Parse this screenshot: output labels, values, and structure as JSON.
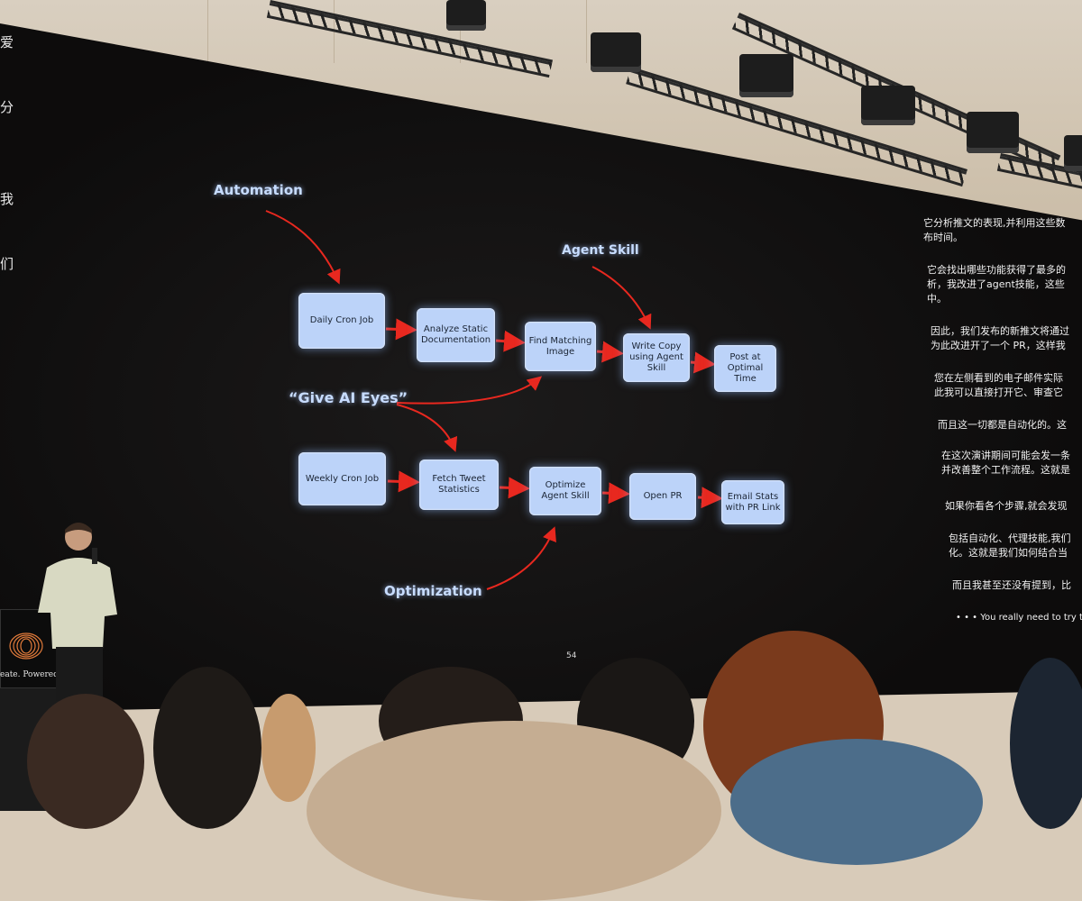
{
  "slide": {
    "labels": {
      "automation": "Automation",
      "agent_skill": "Agent Skill",
      "give_ai_eyes": "“Give AI Eyes”",
      "optimization": "Optimization"
    },
    "row1": [
      "Daily Cron Job",
      "Analyze Static Documentation",
      "Find Matching Image",
      "Write Copy using Agent Skill",
      "Post at Optimal Time"
    ],
    "row2": [
      "Weekly Cron Job",
      "Fetch Tweet Statistics",
      "Optimize Agent Skill",
      "Open PR",
      "Email Stats with PR Link"
    ],
    "page_number": "54",
    "accent_color": "#bcd3f9",
    "arrow_color": "#e8281f"
  },
  "captions": {
    "lines": [
      "它分析推文的表现,并利用这些数",
      "布时间。",
      "它会找出哪些功能获得了最多的",
      "析，我改进了agent技能，这些",
      "中。",
      "因此，我们发布的新推文将通过",
      "为此改进开了一个 PR，这样我",
      "您在左侧看到的电子邮件实际",
      "此我可以直接打开它、审查它",
      "而且这一切都是自动化的。这",
      "在这次演讲期间可能会发一条",
      "并改善整个工作流程。这就是",
      "如果你看各个步骤,就会发现",
      "包括自动化、代理技能,我们",
      "化。这就是我们如何结合当",
      "而且我甚至还没有提到，比",
      "• • • You really need to try to c"
    ]
  },
  "left_captions": [
    "爱",
    "分",
    "我",
    "们"
  ],
  "podium": {
    "caption": "eate. Powered by AI"
  }
}
